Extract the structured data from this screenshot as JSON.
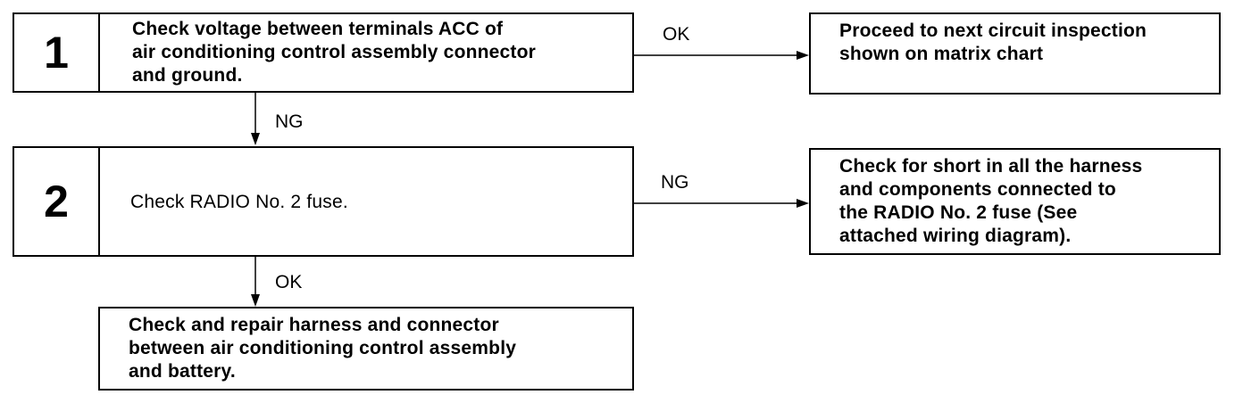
{
  "steps": [
    {
      "number": "1",
      "text": "Check voltage between terminals ACC of\nair conditioning control assembly connector\nand ground."
    },
    {
      "number": "2",
      "text": "Check RADIO No. 2 fuse."
    }
  ],
  "results": {
    "step1_ok": "Proceed to next circuit inspection\nshown on matrix chart",
    "step2_ng": "Check for short in all the harness\nand components connected to\nthe RADIO No. 2 fuse (See\nattached wiring diagram).",
    "step2_ok": "Check and repair harness and connector\nbetween air conditioning control assembly\nand battery."
  },
  "labels": {
    "step1_right": "OK",
    "step1_down": "NG",
    "step2_right": "NG",
    "step2_down": "OK"
  }
}
